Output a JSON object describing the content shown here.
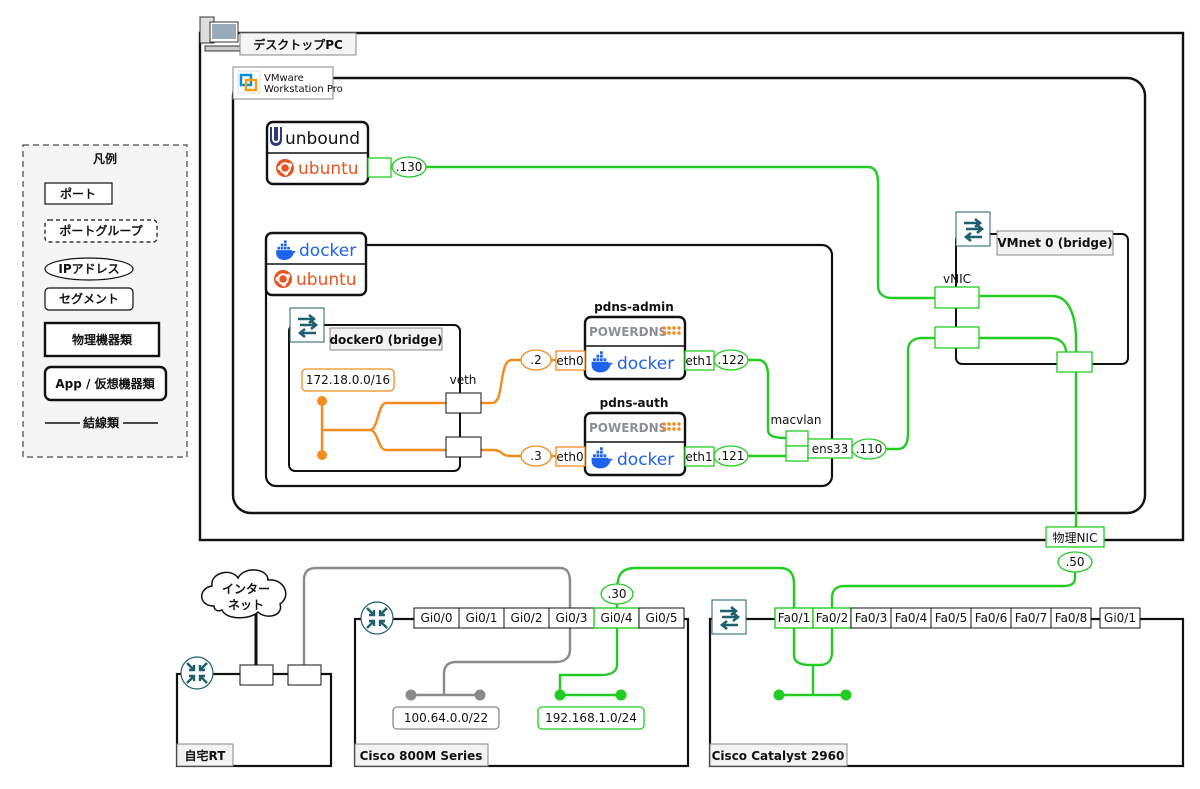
{
  "desktop": {
    "title": "デスクトップPC"
  },
  "vmware": {
    "line1": "VMware",
    "line2": "Workstation Pro"
  },
  "legend": {
    "title": "凡例",
    "port": "ポート",
    "port_group": "ポートグループ",
    "ip_address": "IPアドレス",
    "segment": "セグメント",
    "physical": "物理機器類",
    "virtual": "App / 仮想機器類",
    "wiring": "結線類"
  },
  "vm1": {
    "app": "unbound",
    "os": "ubuntu",
    "ip": ".130"
  },
  "vm2": {
    "app": "docker",
    "os": "ubuntu"
  },
  "docker0": {
    "name": "docker0 (bridge)",
    "subnet": "172.18.0.0/16",
    "veth": "veth"
  },
  "pdns_admin": {
    "name": "pdns-admin",
    "brand": "POWERDNS",
    "engine": "docker",
    "eth0": "eth0",
    "eth0_ip": ".2",
    "eth1": "eth1",
    "eth1_ip": ".122"
  },
  "pdns_auth": {
    "name": "pdns-auth",
    "brand": "POWERDNS",
    "engine": "docker",
    "eth0": "eth0",
    "eth0_ip": ".3",
    "eth1": "eth1",
    "eth1_ip": ".121"
  },
  "macvlan": {
    "label": "macvlan",
    "iface": "ens33",
    "ip": ".110"
  },
  "vmnet": {
    "name": "VMnet 0 (bridge)",
    "vnic": "vNIC"
  },
  "phys_nic": {
    "label": "物理NIC",
    "ip": ".50"
  },
  "home_router": {
    "label": "自宅RT",
    "cloud": [
      "インター",
      "ネット"
    ]
  },
  "cisco800": {
    "label": "Cisco 800M Series",
    "ports": [
      "Gi0/0",
      "Gi0/1",
      "Gi0/2",
      "Gi0/3",
      "Gi0/4",
      "Gi0/5"
    ],
    "gi04_ip": ".30",
    "seg_wan": "100.64.0.0/22",
    "seg_lan": "192.168.1.0/24"
  },
  "catalyst": {
    "label": "Cisco Catalyst 2960",
    "ports": [
      "Fa0/1",
      "Fa0/2",
      "Fa0/3",
      "Fa0/4",
      "Fa0/5",
      "Fa0/6",
      "Fa0/7",
      "Fa0/8"
    ],
    "uplink": "Gi0/1"
  },
  "colors": {
    "green": "#22cc22",
    "orange": "#f28c1e",
    "gray": "#8a8a8a",
    "switch_teal": "#1f5f6e",
    "ubuntu": "#e95420",
    "docker": "#1d63ed",
    "unbound": "#2b3a7a"
  }
}
